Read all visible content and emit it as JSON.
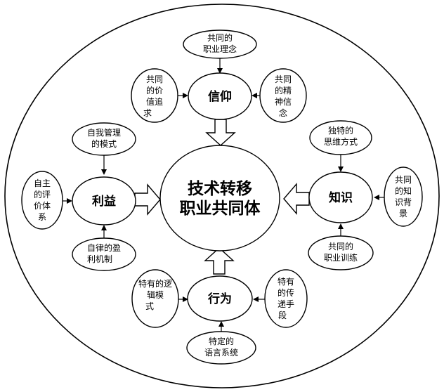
{
  "center": {
    "lines": [
      "技术转移",
      "职业共同体"
    ]
  },
  "hubs": {
    "belief": {
      "label": "信仰"
    },
    "interest": {
      "label": "利益"
    },
    "knowledge": {
      "label": "知识"
    },
    "behavior": {
      "label": "行为"
    }
  },
  "nodes": {
    "shared_concept": [
      "共同的",
      "职业理念"
    ],
    "shared_values": [
      "共同",
      "的价",
      "值追",
      "求"
    ],
    "shared_spirit": [
      "共同",
      "的精",
      "神信",
      "念"
    ],
    "self_management": [
      "自我管理",
      "的模式"
    ],
    "self_evaluation": [
      "自主",
      "的评",
      "价体",
      "系"
    ],
    "self_profit": [
      "自律的盈",
      "利机制"
    ],
    "unique_thinking": [
      "独特的",
      "思维方式"
    ],
    "shared_background": [
      "共同",
      "的知",
      "识背",
      "景"
    ],
    "shared_training": [
      "共同的",
      "职业训练"
    ],
    "logic_mode": [
      "特有的逻",
      "辑模",
      "式"
    ],
    "transfer_means": [
      "特有",
      "的传",
      "递手",
      "段"
    ],
    "language_system": [
      "特定的",
      "语言系统"
    ]
  }
}
